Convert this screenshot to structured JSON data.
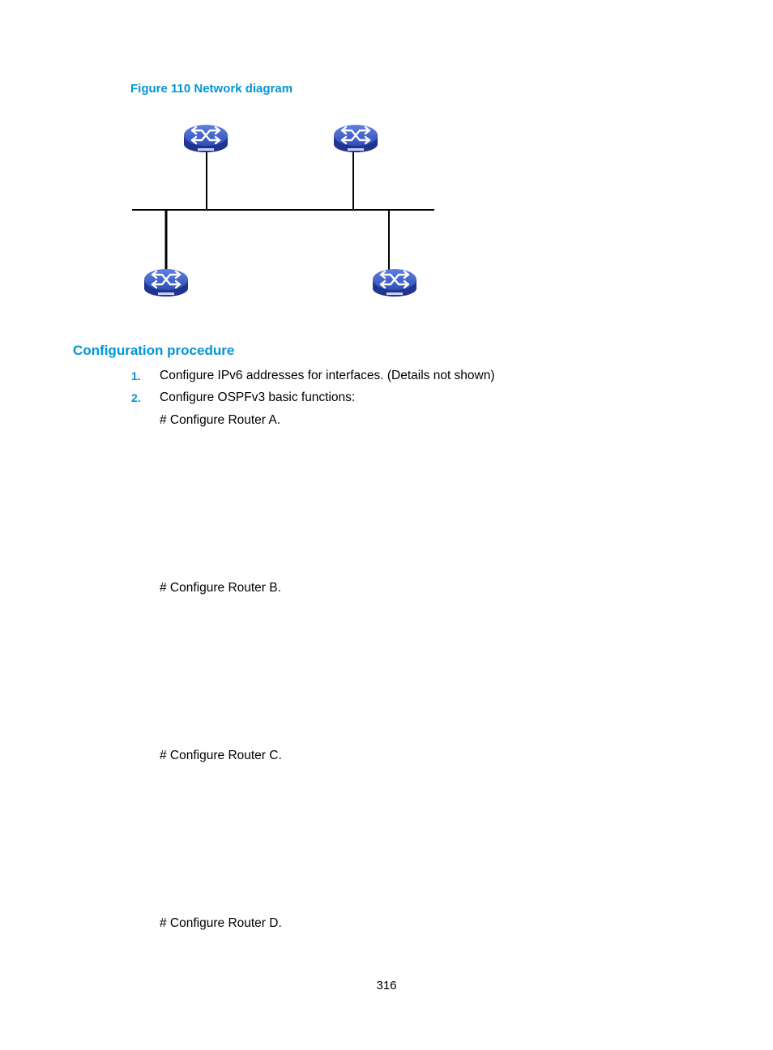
{
  "figure": {
    "caption": "Figure 110 Network diagram"
  },
  "diagram": {
    "router_color": "#2f4fb8"
  },
  "section": {
    "heading": "Configuration procedure"
  },
  "steps": [
    {
      "number": "1.",
      "text": "Configure IPv6 addresses for interfaces. (Details not shown)"
    },
    {
      "number": "2.",
      "text": "Configure OSPFv3 basic functions:"
    }
  ],
  "comments": [
    "# Configure Router A.",
    "# Configure Router B.",
    "# Configure Router C.",
    "# Configure Router D."
  ],
  "footer": {
    "page_number": "316"
  }
}
